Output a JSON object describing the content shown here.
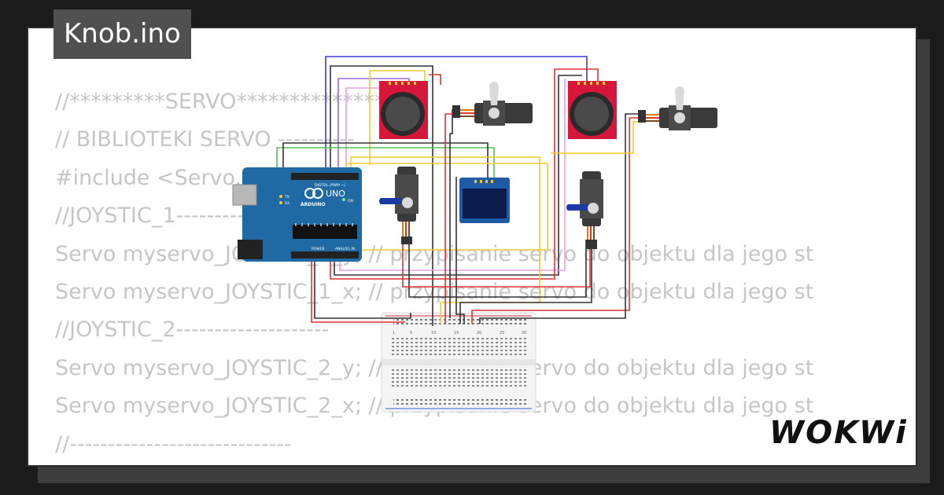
{
  "project": {
    "title": "Knob.ino"
  },
  "code_lines": [
    "//*********SERVO*****************",
    "// BIBLIOTEKI SERVO ----------",
    "#include <Servo.h>",
    "//JOYSTIC_1--------------------",
    "Servo myservo_JOYSTIC_1_y;  // przypisanie servo do objektu dla jego st",
    "Servo myservo_JOYSTIC_1_x;  // przypisanie servo do objektu dla jego st",
    "//JOYSTIC_2--------------------",
    "Servo myservo_JOYSTIC_2_y;  // przypisanie servo do objektu dla jego st",
    "Servo myservo_JOYSTIC_2_x;  // przypisanie servo do objektu dla jego st",
    "//-----------------------------"
  ],
  "arduino": {
    "brand": "ARDUINO",
    "model": "UNO",
    "digital_label": "DIGITAL (PWM ~)",
    "analog_label": "ANALOG IN",
    "power_label": "POWER",
    "tx": "TX",
    "rx": "RX",
    "on": "ON"
  },
  "breadboard": {
    "column_numbers": [
      "1",
      "5",
      "10",
      "15",
      "20",
      "25",
      "30"
    ]
  },
  "brand": {
    "logo": "WOKWi"
  },
  "colors": {
    "joystick_board": "#d6173b",
    "arduino_board": "#1f6aa5",
    "servo_body": "#3a3a3a",
    "servo_horn_1": "#dadada",
    "servo_horn_2": "#1a3aa8",
    "oled_screen": "#0a1a4a",
    "breadboard": "#f4f4f4"
  }
}
